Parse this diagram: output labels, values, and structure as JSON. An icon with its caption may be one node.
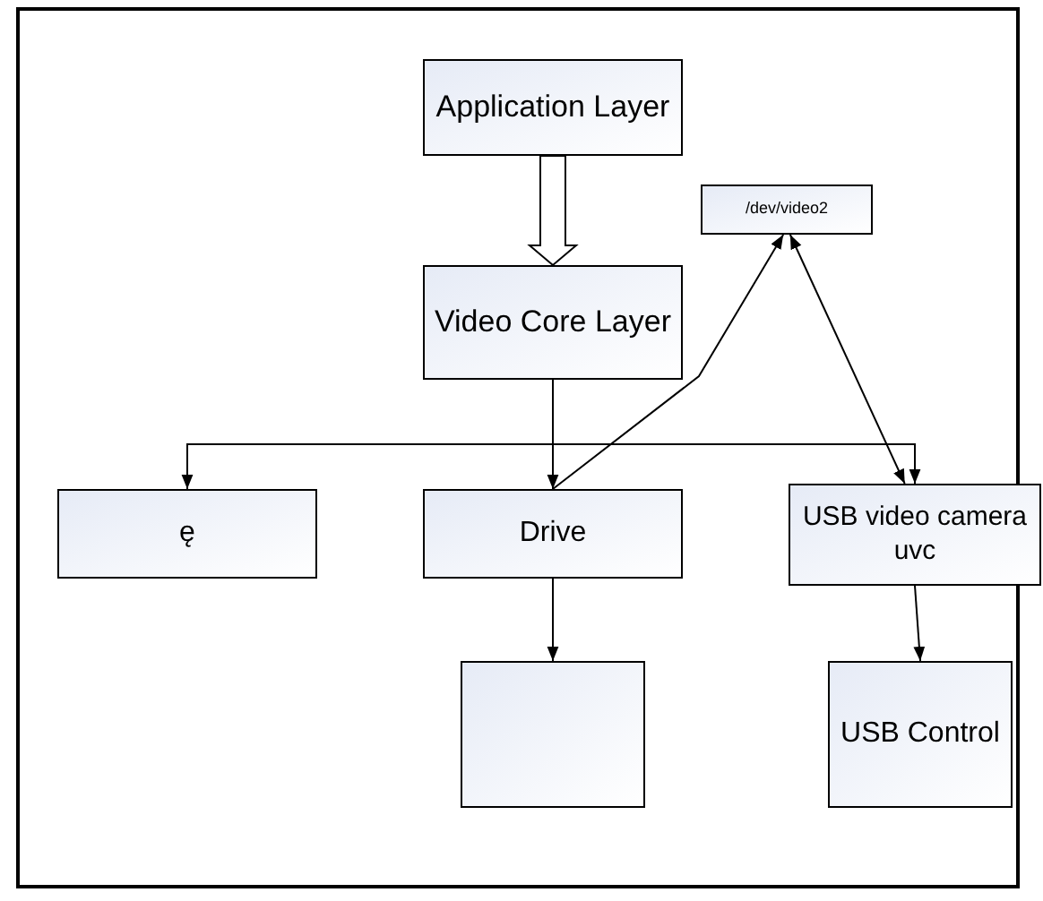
{
  "diagram": {
    "nodes": [
      {
        "text": [
          "Application Layer"
        ]
      },
      {
        "text": [
          "Video Core Layer"
        ]
      },
      {
        "text": [
          "/dev/video2"
        ]
      },
      {
        "text": [
          "ę"
        ]
      },
      {
        "text": [
          "Drive"
        ]
      },
      {
        "text": [
          "USB video camera uvc"
        ]
      },
      {
        "text": [],
        "shape": "box"
      },
      {
        "text": [
          "USB Control"
        ]
      }
    ],
    "edges": [
      {
        "from": 0,
        "to": 1,
        "arrow": "to",
        "style": "thick"
      },
      {
        "from": 1,
        "to": 3,
        "arrow": "to"
      },
      {
        "from": 1,
        "to": 4,
        "arrow": "to"
      },
      {
        "from": 1,
        "to": 5,
        "arrow": "to"
      },
      {
        "from": 4,
        "to": 2,
        "arrow": "to"
      },
      {
        "from": 2,
        "to": 5,
        "arrow": "both"
      },
      {
        "from": 4,
        "to": 6,
        "arrow": "to"
      },
      {
        "from": 5,
        "to": 7,
        "arrow": "to"
      }
    ]
  }
}
